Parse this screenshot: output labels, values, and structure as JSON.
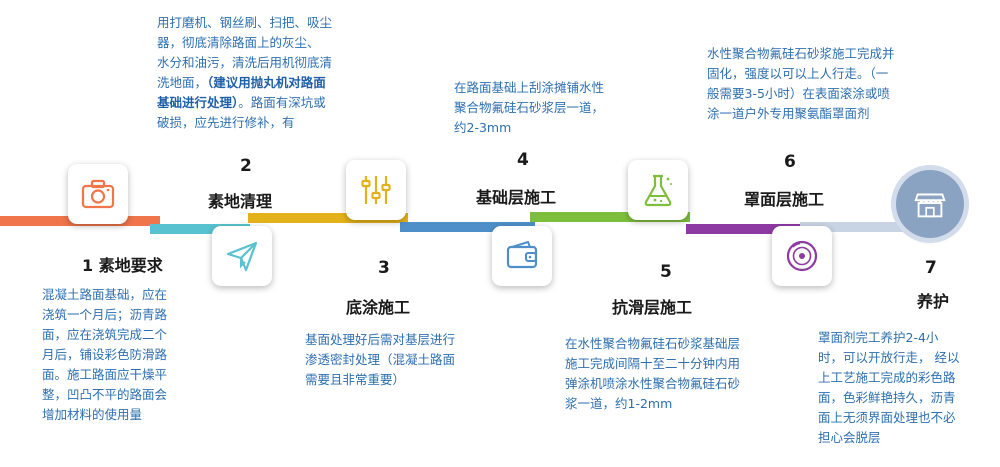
{
  "colors": {
    "camera": "#f0754a",
    "plane": "#58c2d0",
    "sliders": "#e3b21a",
    "wallet": "#4f8fc9",
    "flask": "#7dbf3d",
    "disc": "#8d3aa3",
    "store": "#8aa3c2",
    "text_blue": "#2d6fb0"
  },
  "steps": [
    {
      "icon": "camera-icon",
      "title": "1  素地要求",
      "desc": [
        "混凝土路面基础，应在",
        "浇筑一个月后；沥青路",
        "面，应在浇筑完成二个",
        "月后，铺设彩色防滑路",
        "面。施工路面应干燥平",
        "整，凹凸不平的路面会",
        "增加材料的使用量"
      ]
    },
    {
      "icon": "paper-plane-icon",
      "number": "2",
      "title": "素地清理",
      "desc_lines": [
        {
          "t": "用打磨机、钢丝刷、扫把、吸尘"
        },
        {
          "t": "器，彻底清除路面上的灰尘、"
        },
        {
          "t": "水分和油污，清洗后用机彻底清"
        },
        {
          "t": "洗地面，",
          "b": "（建议用抛丸机对路面"
        },
        {
          "b": "基础进行处理）",
          "t": "。路面有深坑或"
        },
        {
          "t": "破损，应先进行修补，有"
        }
      ]
    },
    {
      "icon": "sliders-icon",
      "number": "3",
      "title": "底涂施工",
      "desc": [
        "基面处理好后需对基层进行",
        "渗透密封处理（混凝土路面",
        "需要且非常重要）"
      ]
    },
    {
      "icon": "wallet-icon",
      "number": "4",
      "title": "基础层施工",
      "desc": [
        "在路面基础上刮涂摊铺水性",
        "聚合物氟硅石砂浆层一道，",
        "约2-3mm"
      ]
    },
    {
      "icon": "flask-icon",
      "number": "5",
      "title": "抗滑层施工",
      "desc": [
        "在水性聚合物氟硅石砂浆基础层",
        "施工完成间隔十至二十分钟内用",
        "弹涂机喷涂水性聚合物氟硅石砂",
        "浆一道，约1-2mm"
      ]
    },
    {
      "icon": "disc-icon",
      "number": "6",
      "title": "罩面层施工",
      "desc": [
        "水性聚合物氟硅石砂浆施工完成并",
        "固化，强度以可以上人行走。（一",
        "般需要3-5小时）在表面滚涂或喷",
        "涂一道户外专用聚氨酯罩面剂"
      ]
    },
    {
      "icon": "storefront-icon",
      "number": "7",
      "title": "养护",
      "desc": [
        "罩面剂完工养护2-4小",
        "时，可以开放行走， 经以",
        "上工艺施工完成的彩色路",
        "面，色彩鲜艳持久，沥青",
        "面上无须界面处理也不必",
        "担心会脱层"
      ]
    }
  ]
}
